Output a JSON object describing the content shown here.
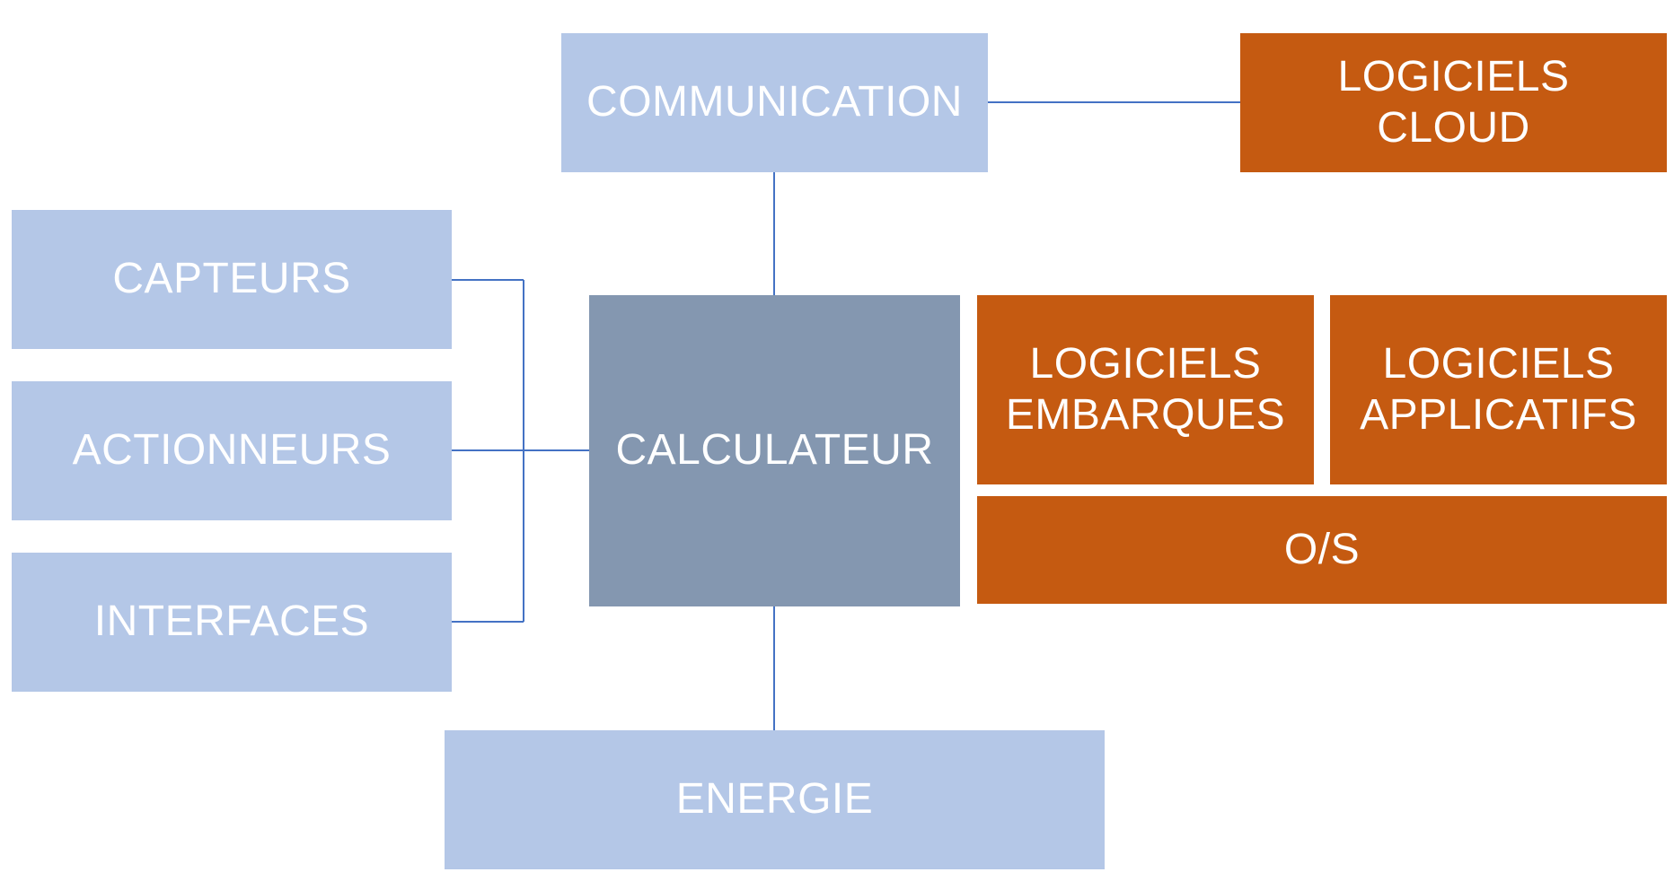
{
  "diagram": {
    "nodes": {
      "communication": {
        "label": "COMMUNICATION"
      },
      "logiciels_cloud": {
        "label": "LOGICIELS\nCLOUD"
      },
      "capteurs": {
        "label": "CAPTEURS"
      },
      "actionneurs": {
        "label": "ACTIONNEURS"
      },
      "interfaces": {
        "label": "INTERFACES"
      },
      "calculateur": {
        "label": "CALCULATEUR"
      },
      "logiciels_embarques": {
        "label": "LOGICIELS\nEMBARQUES"
      },
      "logiciels_applicatifs": {
        "label": "LOGICIELS\nAPPLICATIFS"
      },
      "os": {
        "label": "O/S"
      },
      "energie": {
        "label": "ENERGIE"
      }
    },
    "edges": [
      {
        "from": "communication",
        "to": "logiciels_cloud"
      },
      {
        "from": "communication",
        "to": "calculateur"
      },
      {
        "from": "capteurs",
        "to": "calculateur"
      },
      {
        "from": "actionneurs",
        "to": "calculateur"
      },
      {
        "from": "interfaces",
        "to": "calculateur"
      },
      {
        "from": "calculateur",
        "to": "energie"
      }
    ],
    "colors": {
      "hardware": "#b4c7e7",
      "core": "#8497b0",
      "software": "#c55a11",
      "connector": "#4472c4",
      "text": "#ffffff"
    }
  }
}
